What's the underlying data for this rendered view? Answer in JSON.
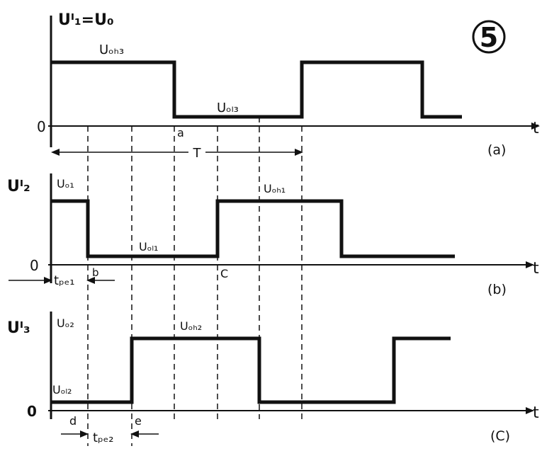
{
  "figure": {
    "number": "5",
    "ink": "#111111",
    "background": "#ffffff"
  },
  "panel_a": {
    "ylabel": "Uᴵ₁=U₀",
    "origin": "0",
    "t_label": "t",
    "tag": "(a)",
    "level_high": "Uₒₕ₃",
    "level_low": "Uₒₗ₃",
    "point_a": "a",
    "period": "T"
  },
  "panel_b": {
    "ylabel": "Uᴵ₂",
    "origin": "0",
    "t_label": "t",
    "tag": "(b)",
    "level_start": "Uₒ₁",
    "level_low": "Uₒₗ₁",
    "level_high": "Uₒₕ₁",
    "point_b": "b",
    "point_c": "C",
    "delay": "tₚₑ₁"
  },
  "panel_c": {
    "ylabel": "Uᴵ₃",
    "origin": "0",
    "t_label": "t",
    "tag": "(C)",
    "level_start": "Uₒ₂",
    "level_low": "Uₒₗ₂",
    "level_high": "Uₒₕ₂",
    "point_d": "d",
    "point_e": "e",
    "delay": "tₚₑ₂"
  }
}
